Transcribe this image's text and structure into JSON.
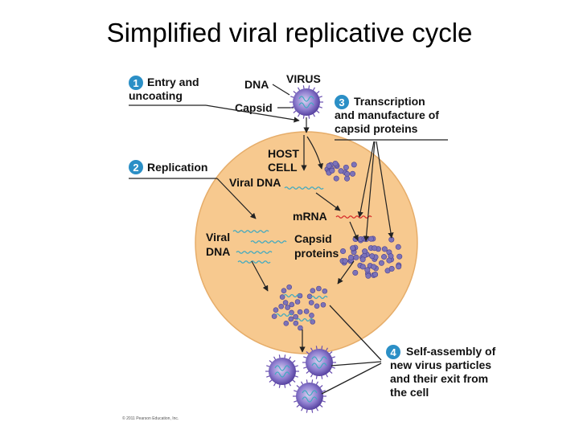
{
  "title": "Simplified viral replicative cycle",
  "labels": {
    "virus": "VIRUS",
    "dna": "DNA",
    "capsid": "Capsid",
    "host_cell_1": "HOST",
    "host_cell_2": "CELL",
    "viral_dna_top": "Viral DNA",
    "mrna": "mRNA",
    "viral_dna_left_1": "Viral",
    "viral_dna_left_2": "DNA",
    "capsid_proteins_1": "Capsid",
    "capsid_proteins_2": "proteins"
  },
  "steps": [
    {
      "number": "1",
      "lines": [
        "Entry and",
        "uncoating"
      ]
    },
    {
      "number": "2",
      "lines": [
        "Replication"
      ]
    },
    {
      "number": "3",
      "lines": [
        "Transcription",
        "and manufacture of",
        "capsid proteins"
      ]
    },
    {
      "number": "4",
      "lines": [
        "Self-assembly of",
        "new virus particles",
        "and their exit from",
        "the cell"
      ]
    }
  ],
  "copyright": "© 2011 Pearson Education, Inc.",
  "colors": {
    "cell_fill": "#f7c98f",
    "cell_stroke": "#e6ad6a",
    "step_badge": "#2b8fc6",
    "viral_dna": "#3fa9c0",
    "mrna": "#d62a2a",
    "capsid_protein": "#7d73b8",
    "virus_core": "#6a4fb0"
  }
}
